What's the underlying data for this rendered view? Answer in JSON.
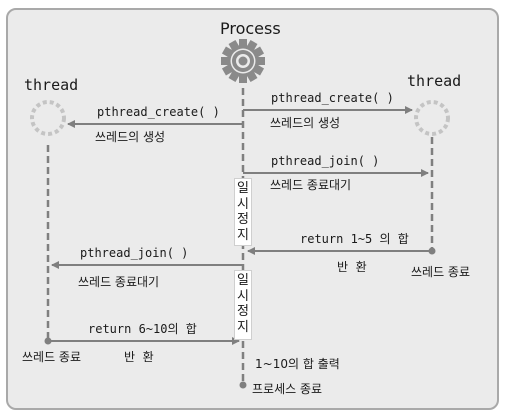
{
  "process": {
    "title": "Process"
  },
  "left_thread": {
    "title": "thread",
    "end_label": "쓰레드 종료"
  },
  "right_thread": {
    "title": "thread",
    "end_label": "쓰레드 종료"
  },
  "messages": {
    "create_left_call": "pthread_create( )",
    "create_left_desc": "쓰레드의 생성",
    "create_right_call": "pthread_create( )",
    "create_right_desc": "쓰레드의 생성",
    "join_right_call": "pthread_join( )",
    "join_right_desc": "쓰레드 종료대기",
    "return_right_value": "return 1~5 의 합",
    "return_right_label": "반  환",
    "join_left_call": "pthread_join( )",
    "join_left_desc": "쓰레드 종료대기",
    "return_left_value": "return 6~10의 합",
    "return_left_label": "반  환"
  },
  "pause_block_1": [
    "일",
    "시",
    "정",
    "지"
  ],
  "pause_block_2": [
    "일",
    "시",
    "정",
    "지"
  ],
  "process_end": {
    "output": "1~10의 합 출력",
    "end_label": "프로세스 종료"
  },
  "colors": {
    "frame_bg": "#ebebeb",
    "frame_border": "#a9a9a9",
    "line": "#7f7f7f",
    "gear": "#8a8a8a",
    "thread_circle": "#c4c4c4"
  },
  "icons": {
    "process": "gear-icon",
    "thread": "dashed-circle-icon"
  }
}
